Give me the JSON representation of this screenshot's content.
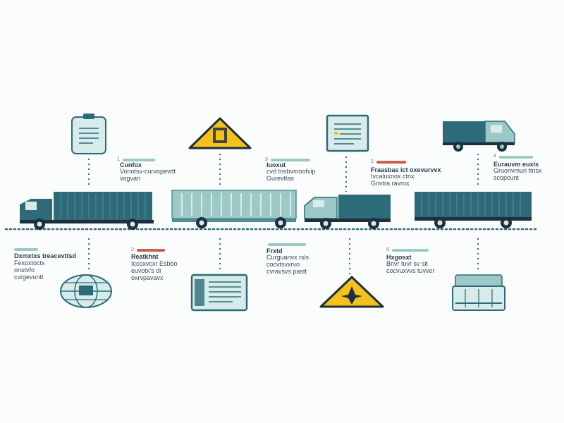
{
  "colors": {
    "teal_dark": "#2d6b78",
    "teal_mid": "#4f8c96",
    "teal_light": "#9cc9c6",
    "teal_pale": "#d7ecea",
    "navy": "#1e2f3f",
    "yellow": "#f4c21b",
    "accent_red": "#c7604f",
    "bg": "#fbfdfd"
  },
  "icons": [
    "document-icon",
    "warning-sign-icon",
    "document-icon",
    "truck-icon",
    "globe-icon",
    "ledger-document-icon",
    "hazard-sign-icon",
    "crate-icon"
  ],
  "top_labels": [
    {
      "num": "1",
      "title": "Cunfox",
      "lines": [
        "Vonotsv-curvopevttt",
        "vogvan"
      ]
    },
    {
      "num": "3",
      "title": "Iuoxut",
      "lines": [
        "cvd tnsbvmoofvip",
        "Gurevttas"
      ]
    },
    {
      "num": "2",
      "title": "Fraasbas ict oxevurvvx",
      "lines": [
        "Ivcaluxnox ctnx",
        "Gnvtra ravrox"
      ]
    },
    {
      "num": "4",
      "title": "Eurauvm euxis",
      "lines": [
        "Gruonvmuri ttnsx",
        "scopcunt"
      ]
    }
  ],
  "bottom_labels": [
    {
      "num": "",
      "title": "Dxmxtxs treacevttsd",
      "lines": [
        "Fexoxtoctx",
        "onstvfo",
        "cvrgevuntt"
      ]
    },
    {
      "num": "2",
      "title": "Reatkhnt",
      "lines": [
        "Iccoxvcxr Esbbo",
        "euvotx's di",
        "oxrvpavavx"
      ]
    },
    {
      "num": "",
      "title": "Frxtd",
      "lines": [
        "Curguanvx rsls",
        "cocvtsvxrvo",
        "cvravsvs pastt"
      ]
    },
    {
      "num": "5",
      "title": "Hxgosxt",
      "lines": [
        "Bnvr tuvr sv sit",
        "cocvuxvvs tuvvor"
      ]
    }
  ]
}
